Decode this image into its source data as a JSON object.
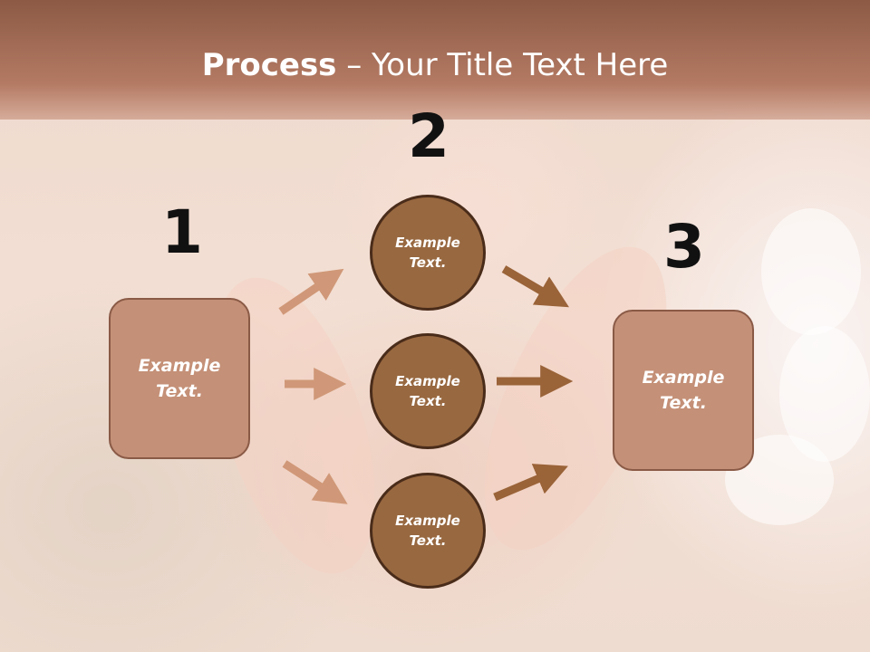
{
  "slide": {
    "title_bold": "Process",
    "title_rest": " – Your Title Text Here"
  },
  "steps": [
    {
      "number": "1",
      "label_line1": "Example",
      "label_line2": "Text."
    },
    {
      "number": "2"
    },
    {
      "number": "3",
      "label_line1": "Example",
      "label_line2": "Text."
    }
  ],
  "circles": [
    {
      "label_line1": "Example",
      "label_line2": "Text."
    },
    {
      "label_line1": "Example",
      "label_line2": "Text."
    },
    {
      "label_line1": "Example",
      "label_line2": "Text."
    }
  ],
  "colors": {
    "header": "#b47a63",
    "box_fill": "#c49077",
    "circle_fill": "#986840",
    "arrow_light": "#d09878",
    "arrow_dark": "#9a6338"
  }
}
